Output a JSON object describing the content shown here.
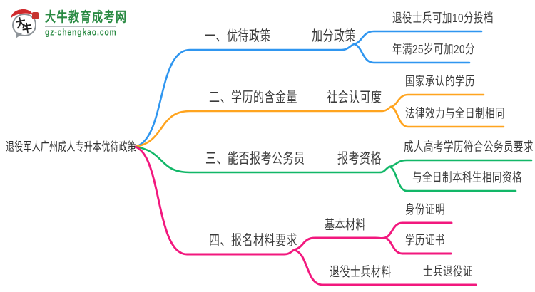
{
  "logo": {
    "icon_chars": "大牛",
    "icon_char_1": "大",
    "icon_char_2": "牛",
    "title": "大牛教育成考网",
    "domain": "gz-chengkao.com",
    "brand_green": "#2a8a43",
    "seal_red": "#c6342f"
  },
  "root": {
    "label": "退役军人广州成人专升本优待政策"
  },
  "colors": {
    "blue": "#2F96F0",
    "orange": "#FFA41F",
    "green": "#12B768",
    "pink": "#F2187E",
    "text": "#3a3a3a"
  },
  "branches": [
    {
      "label": "一、优待政策",
      "child": "加分政策",
      "leaves": [
        "退役士兵可加10分投档",
        "年满25岁可加20分"
      ]
    },
    {
      "label": "二、学历的含金量",
      "child": "社会认可度",
      "leaves": [
        "国家承认的学历",
        "法律效力与全日制相同"
      ]
    },
    {
      "label": "三、能否报考公务员",
      "child": "报考资格",
      "leaves": [
        "成人高考学历符合公务员要求",
        "与全日制本科生相同资格"
      ]
    },
    {
      "label": "四、报名材料要求",
      "children": [
        {
          "label": "基本材料",
          "leaves": [
            "身份证明",
            "学历证书"
          ]
        },
        {
          "label": "退役士兵材料",
          "leaves": [
            "士兵退役证"
          ]
        }
      ]
    }
  ]
}
